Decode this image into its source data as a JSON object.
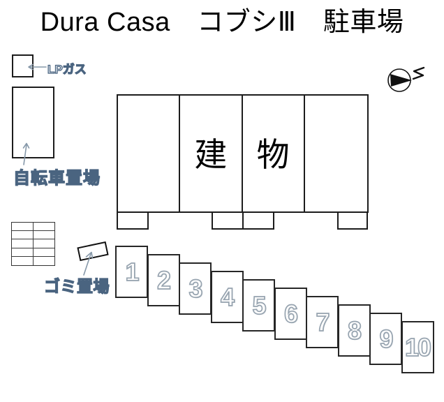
{
  "title": "Dura Casa　コブシⅢ　駐車場",
  "labels": {
    "lp_gas": "LPガス",
    "bicycle_parking": "自転車置場",
    "garbage_area": "ゴミ置場"
  },
  "building": {
    "label_left": "建",
    "label_right": "物"
  },
  "parking": {
    "spaces": [
      {
        "number": "1"
      },
      {
        "number": "2"
      },
      {
        "number": "3"
      },
      {
        "number": "4"
      },
      {
        "number": "5"
      },
      {
        "number": "6"
      },
      {
        "number": "7"
      },
      {
        "number": "8"
      },
      {
        "number": "9"
      },
      {
        "number": "10"
      }
    ]
  },
  "icons": {
    "compass": "north-arrow-compass",
    "lp_arrow": "arrow-left",
    "bicycle_arrow": "arrow-up",
    "garbage_arrow": "arrow-up-right"
  },
  "colors": {
    "line": "#1c1c1c",
    "label_outline": "#4a6480",
    "label_fill": "#eef3f8",
    "number_outline": "#96a3af",
    "arrow": "#8698a9",
    "background": "#ffffff"
  }
}
